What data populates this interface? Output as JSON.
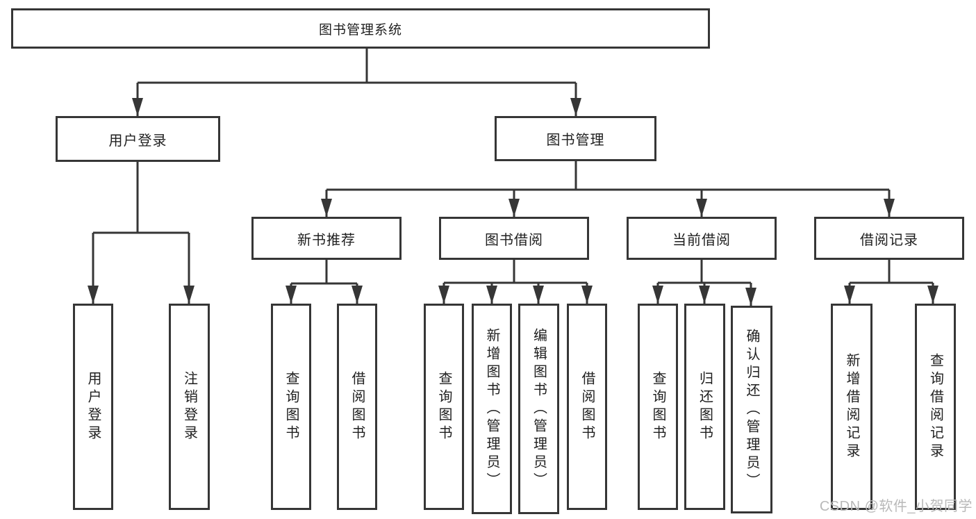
{
  "tree": {
    "label": "图书管理系统",
    "children": [
      {
        "label": "用户登录",
        "children": [
          {
            "label": "用户登录"
          },
          {
            "label": "注销登录"
          }
        ]
      },
      {
        "label": "图书管理",
        "children": [
          {
            "label": "新书推荐",
            "children": [
              {
                "label": "查询图书"
              },
              {
                "label": "借阅图书"
              }
            ]
          },
          {
            "label": "图书借阅",
            "children": [
              {
                "label": "查询图书"
              },
              {
                "label": "新增图书（管理员）"
              },
              {
                "label": "编辑图书（管理员）"
              },
              {
                "label": "借阅图书"
              }
            ]
          },
          {
            "label": "当前借阅",
            "children": [
              {
                "label": "查询图书"
              },
              {
                "label": "归还图书"
              },
              {
                "label": "确认归还（管理员）"
              }
            ]
          },
          {
            "label": "借阅记录",
            "children": [
              {
                "label": "新增借阅记录"
              },
              {
                "label": "查询借阅记录"
              }
            ]
          }
        ]
      }
    ]
  },
  "watermark": "CSDN @软件_小贺同学",
  "colors": {
    "line": "#363636",
    "box_border": "#363636",
    "box_fill": "#ffffff",
    "text": "#1f1f1f",
    "watermark": "#b9b9b9",
    "background": "#ffffff"
  }
}
